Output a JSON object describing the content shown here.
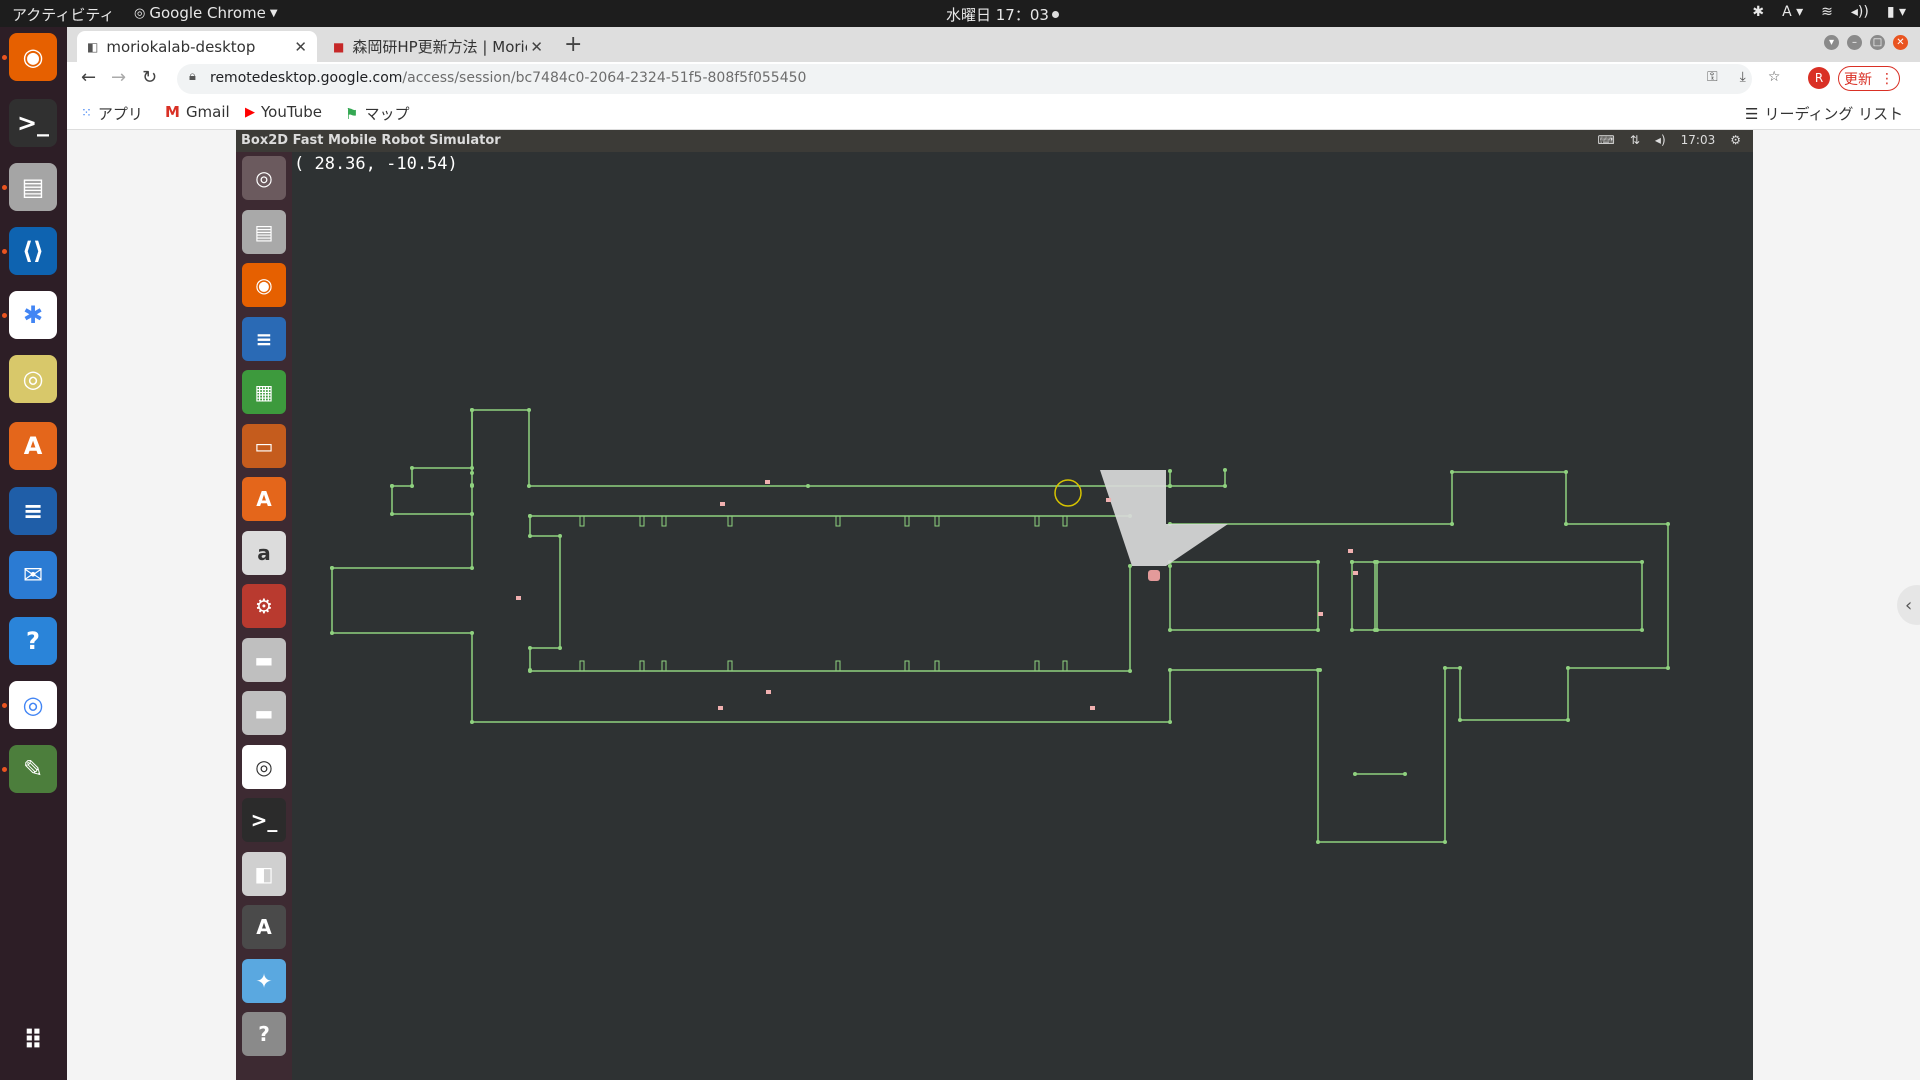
{
  "topbar": {
    "activities": "アクティビティ",
    "app_name": "Google Chrome",
    "clock": "水曜日 17：03",
    "input_method": "A"
  },
  "dock": {
    "items": [
      {
        "name": "firefox",
        "color": "#e66000",
        "glyph": "◉",
        "running": true
      },
      {
        "name": "terminal",
        "color": "#303030",
        "glyph": ">_",
        "running": false
      },
      {
        "name": "files",
        "color": "#a5a5a5",
        "glyph": "▤",
        "running": true
      },
      {
        "name": "vscode",
        "color": "#0e63b0",
        "glyph": "⟨⟩",
        "running": true
      },
      {
        "name": "slack",
        "color": "#ffffff",
        "glyph": "✱",
        "running": true
      },
      {
        "name": "rhythmbox",
        "color": "#d8c86a",
        "glyph": "◎",
        "running": false
      },
      {
        "name": "software-center",
        "color": "#e4661b",
        "glyph": "A",
        "running": false
      },
      {
        "name": "writer",
        "color": "#1f5ea8",
        "glyph": "≡",
        "running": false
      },
      {
        "name": "thunderbird",
        "color": "#2b7bd3",
        "glyph": "✉",
        "running": false
      },
      {
        "name": "help",
        "color": "#2a84d9",
        "glyph": "?",
        "running": false
      },
      {
        "name": "chrome",
        "color": "#ffffff",
        "glyph": "◎",
        "running": true
      },
      {
        "name": "image-viewer",
        "color": "#4c7e3c",
        "glyph": "✎",
        "running": true
      }
    ]
  },
  "tabs": [
    {
      "label": "moriokalab-desktop",
      "active": true
    },
    {
      "label": "森岡研HP更新方法 | Moric",
      "active": false
    }
  ],
  "toolbar": {
    "url_host": "remotedesktop.google.com",
    "url_path": "/access/session/bc7484c0-2064-2324-51f5-808f5f055450",
    "avatar_letter": "R",
    "update_label": "更新"
  },
  "bookmarks": {
    "apps": "アプリ",
    "gmail": "Gmail",
    "youtube": "YouTube",
    "maps": "マップ",
    "reading_list": "リーディング リスト"
  },
  "remote": {
    "title": "Box2D Fast Mobile Robot Simulator",
    "clock": "17:03",
    "coord_readout": "( 28.36, -10.54)",
    "launcher_items": [
      {
        "name": "dash",
        "color": "#6b5a5e",
        "glyph": "◎"
      },
      {
        "name": "files",
        "color": "#a9a9a9",
        "glyph": "▤"
      },
      {
        "name": "firefox",
        "color": "#e66000",
        "glyph": "◉"
      },
      {
        "name": "writer",
        "color": "#2a6ab5",
        "glyph": "≡"
      },
      {
        "name": "calc",
        "color": "#3d9a3d",
        "glyph": "▦"
      },
      {
        "name": "impress",
        "color": "#c55c1d",
        "glyph": "▭"
      },
      {
        "name": "software-center",
        "color": "#e4661b",
        "glyph": "A"
      },
      {
        "name": "amazon",
        "color": "#dcdcdc",
        "glyph": "a"
      },
      {
        "name": "settings",
        "color": "#b93a2f",
        "glyph": "⚙"
      },
      {
        "name": "drive-1",
        "color": "#bfbfbf",
        "glyph": "▬"
      },
      {
        "name": "drive-2",
        "color": "#bfbfbf",
        "glyph": "▬"
      },
      {
        "name": "chrome",
        "color": "#ffffff",
        "glyph": "◎"
      },
      {
        "name": "terminal",
        "color": "#2b2b2b",
        "glyph": ">_"
      },
      {
        "name": "remmina",
        "color": "#d0d0d0",
        "glyph": "◧"
      },
      {
        "name": "updater",
        "color": "#4a4a4a",
        "glyph": "A"
      },
      {
        "name": "sdk",
        "color": "#5aa8e0",
        "glyph": "✦"
      },
      {
        "name": "help",
        "color": "#8a8a8a",
        "glyph": "?"
      }
    ]
  },
  "colors": {
    "wall": "#8fd17f",
    "robot_fov": "#d9d9d9",
    "goal": "#d6c300",
    "robot": "#e39a9a",
    "desktop_bg": "#2e3233"
  }
}
